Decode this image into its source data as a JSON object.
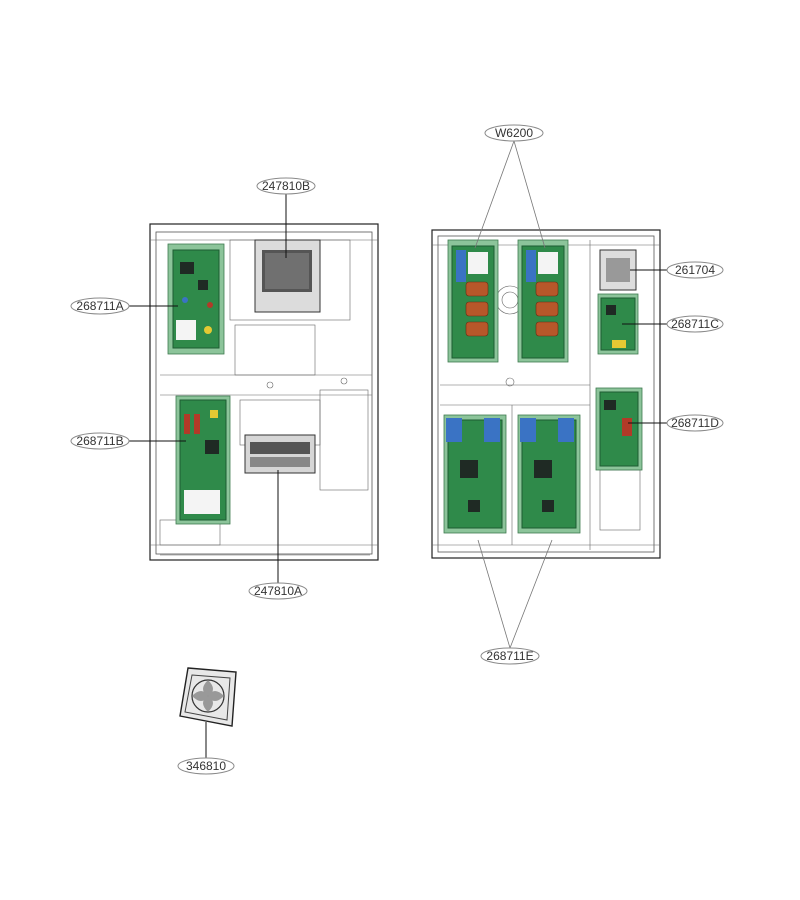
{
  "labels": {
    "top_display": "247810B",
    "left_main_pcb": "268711A",
    "left_lower_pcb": "268711B",
    "left_bottom_module": "247810A",
    "filter_boards": "W6200",
    "right_small_module": "261704",
    "right_small_pcb": "268711C",
    "right_lower_pcb": "268711D",
    "inverter_boards": "268711E",
    "fan": "346810"
  },
  "colors": {
    "pcb_green": "#2f8a4a",
    "capacitor_blue": "#3a73c4",
    "capacitor_yellow": "#e4c933",
    "coil_copper": "#b8572a",
    "outline": "#222222"
  }
}
